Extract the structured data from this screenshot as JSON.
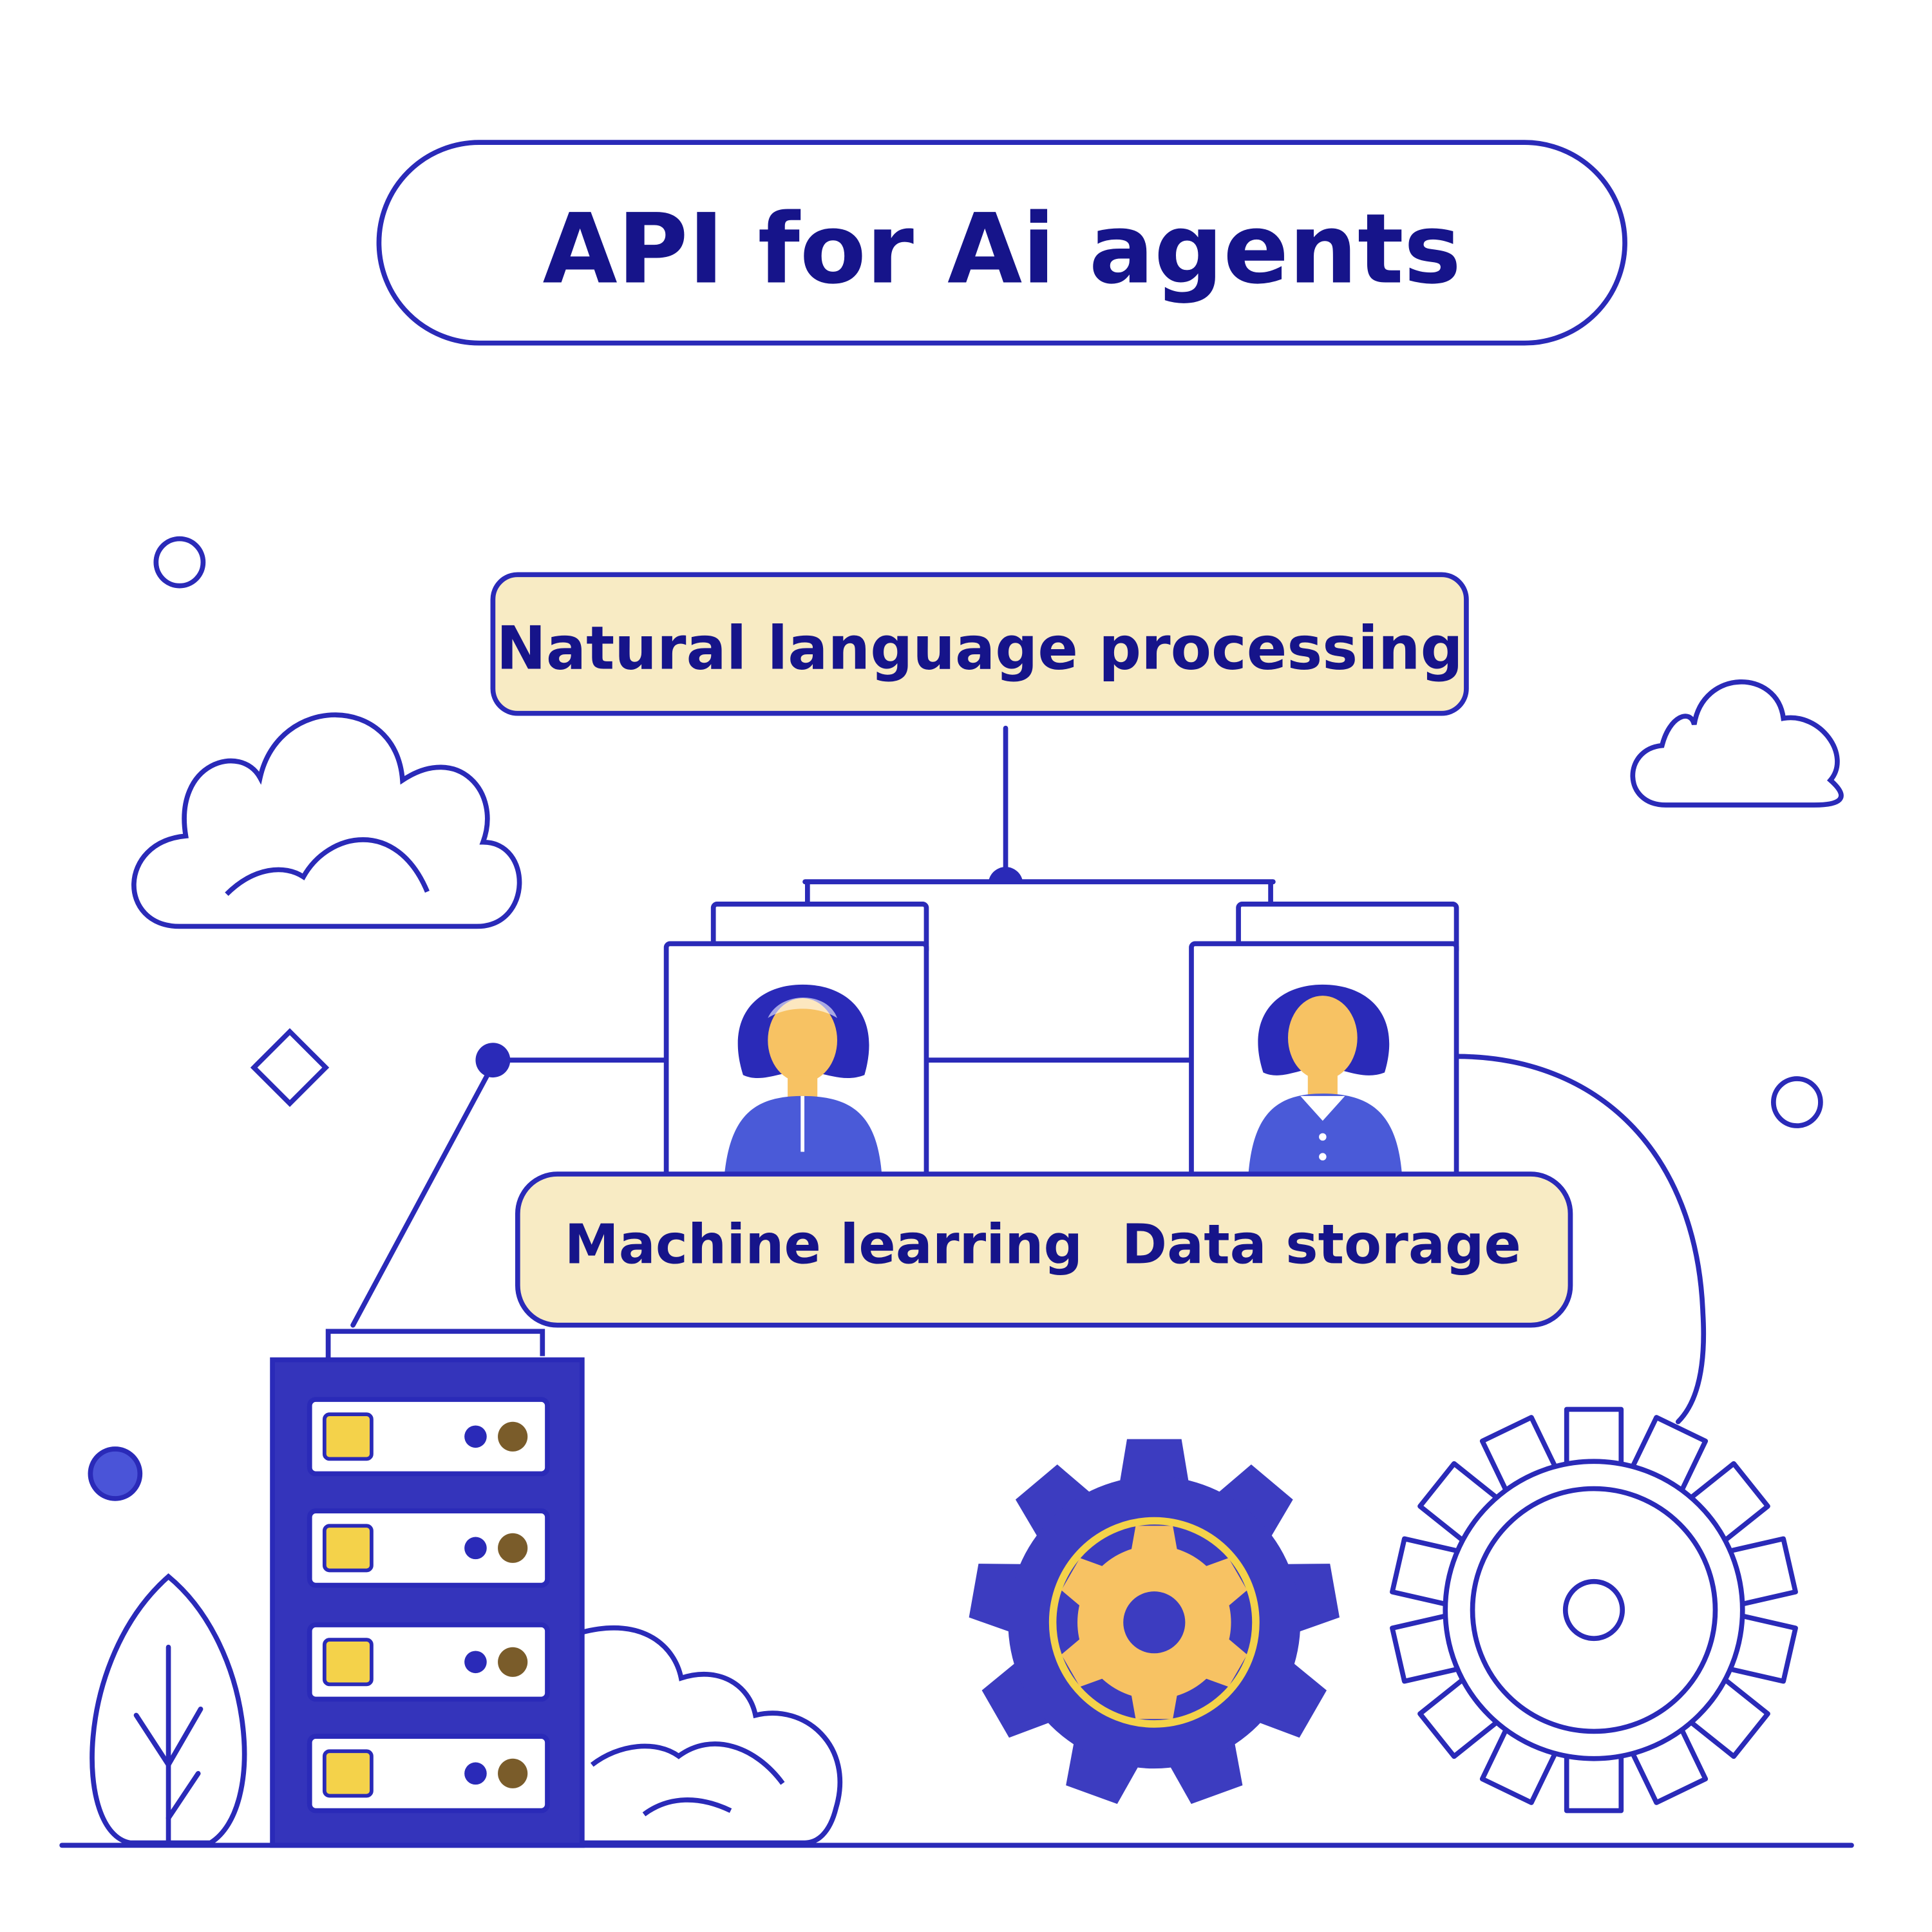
{
  "title": "API for Ai agents",
  "labels": {
    "nlp": "Natural language processing",
    "ml": "Machine learring",
    "storage": "Data storage"
  },
  "colors": {
    "primary": "#2a2ab8",
    "dark_text": "#16148a",
    "label_bg": "#f8ebc4",
    "accent_yellow": "#f4d24a",
    "skin": "#f7c263",
    "gear_fill": "#3c3cc0",
    "server_fill": "#3434bb",
    "background": "#ffffff"
  },
  "icons": [
    "cloud-icon",
    "server-rack-icon",
    "gear-icon",
    "person-icon",
    "leaf-icon",
    "document-icon"
  ]
}
